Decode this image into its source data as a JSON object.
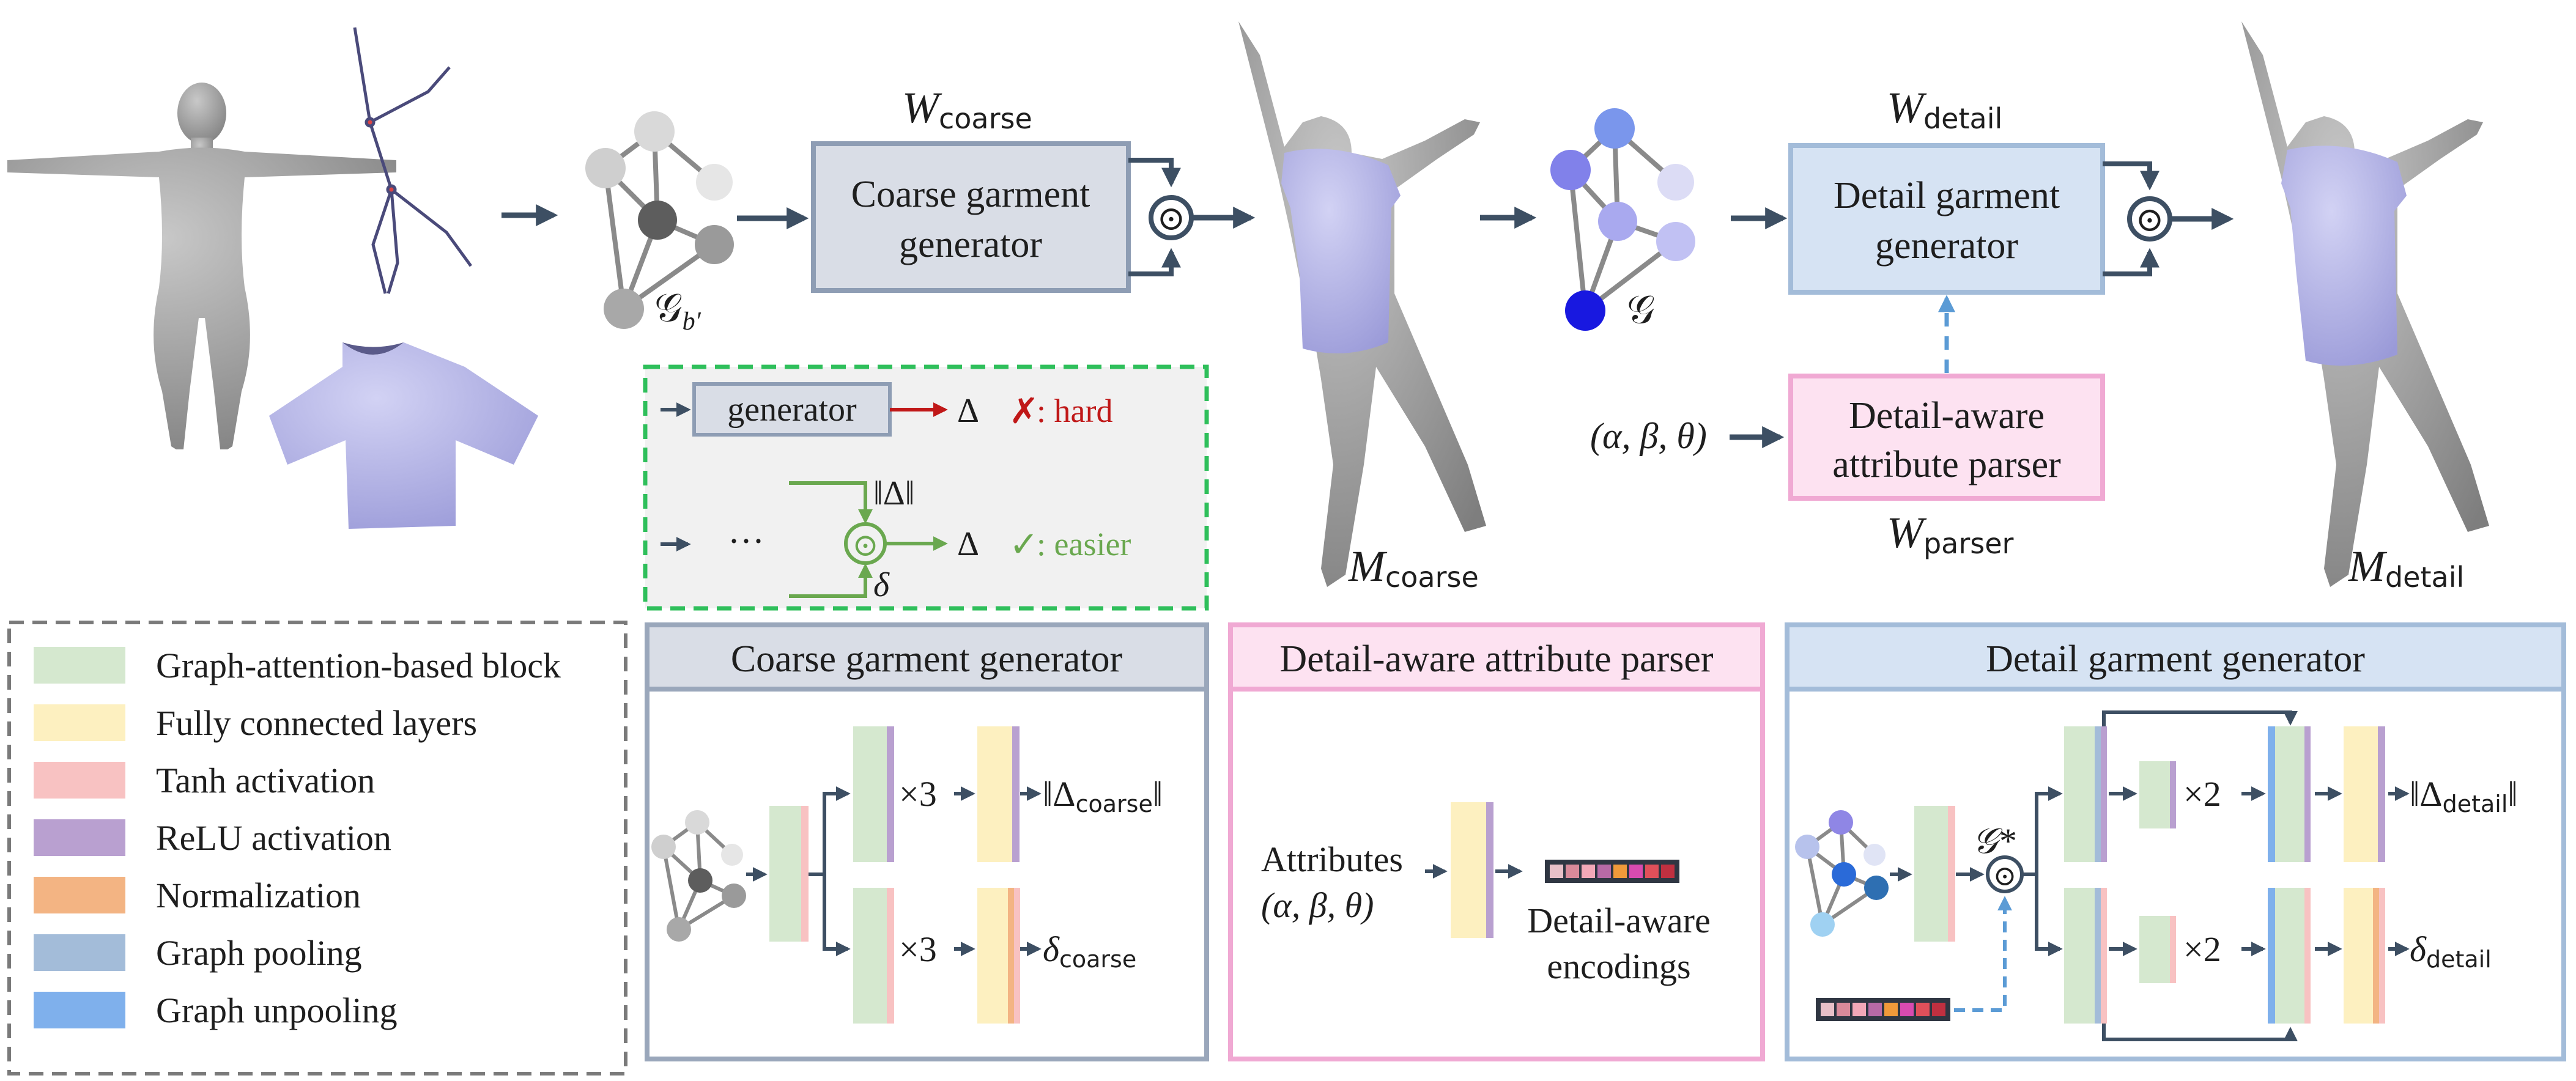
{
  "colors": {
    "gat_block": "#d5e8cf",
    "fc_layers": "#fdf0c0",
    "tanh": "#f8c2c2",
    "relu": "#b9a0d0",
    "norm": "#f3b483",
    "pool": "#a3bcd9",
    "unpool": "#7fb0ec",
    "coarse_box": "#d9dde6",
    "detail_box": "#d6e3f3",
    "parser_box": "#fde2f1",
    "garment": "#b8b8ea",
    "arrow": "#3d4f63",
    "hard": "#c01818",
    "easy": "#6aa84f"
  },
  "labels": {
    "w_coarse_main": "W",
    "w_coarse_sub": "coarse",
    "w_detail_main": "W",
    "w_detail_sub": "detail",
    "w_parser_main": "W",
    "w_parser_sub": "parser",
    "coarse_gen_line1": "Coarse garment",
    "coarse_gen_line2": "generator",
    "detail_gen_line1": "Detail garment",
    "detail_gen_line2": "generator",
    "parser_line1": "Detail-aware",
    "parser_line2": "attribute parser",
    "g_bprime": "𝒢",
    "g_bprime_sub": "b′",
    "g": "𝒢",
    "m_coarse_main": "M",
    "m_coarse_sub": "coarse",
    "m_detail_main": "M",
    "m_detail_sub": "detail",
    "attr_input": "(α, β, θ)",
    "odot": "⊙"
  },
  "inset": {
    "generator": "generator",
    "delta": "Δ",
    "cross": "✗",
    "hard": ": hard",
    "ellipsis": "···",
    "norm_delta": "‖Δ‖",
    "small_delta": "δ",
    "check": "✓",
    "easier": ": easier"
  },
  "legend": [
    {
      "label": "Graph-attention-based block",
      "color": "#d5e8cf"
    },
    {
      "label": "Fully connected layers",
      "color": "#fdf0c0"
    },
    {
      "label": "Tanh activation",
      "color": "#f8c2c2"
    },
    {
      "label": "ReLU activation",
      "color": "#b9a0d0"
    },
    {
      "label": "Normalization",
      "color": "#f3b483"
    },
    {
      "label": "Graph pooling",
      "color": "#a3bcd9"
    },
    {
      "label": "Graph unpooling",
      "color": "#7fb0ec"
    }
  ],
  "panels": {
    "coarse": {
      "title": "Coarse garment generator",
      "x3_top": "×3",
      "x3_bot": "×3",
      "out_top_main": "‖Δ",
      "out_top_sub": "coarse",
      "out_top_end": "‖",
      "out_bot_main": "δ",
      "out_bot_sub": "coarse"
    },
    "parser": {
      "title": "Detail-aware attribute parser",
      "attr_line1": "Attributes",
      "attr_line2": "(α, β, θ)",
      "enc_line1": "Detail-aware",
      "enc_line2": "encodings"
    },
    "detail": {
      "title": "Detail garment generator",
      "g_star": "𝒢*",
      "x2_top": "×2",
      "x2_bot": "×2",
      "out_top_main": "‖Δ",
      "out_top_sub": "detail",
      "out_top_end": "‖",
      "out_bot_main": "δ",
      "out_bot_sub": "detail"
    }
  }
}
